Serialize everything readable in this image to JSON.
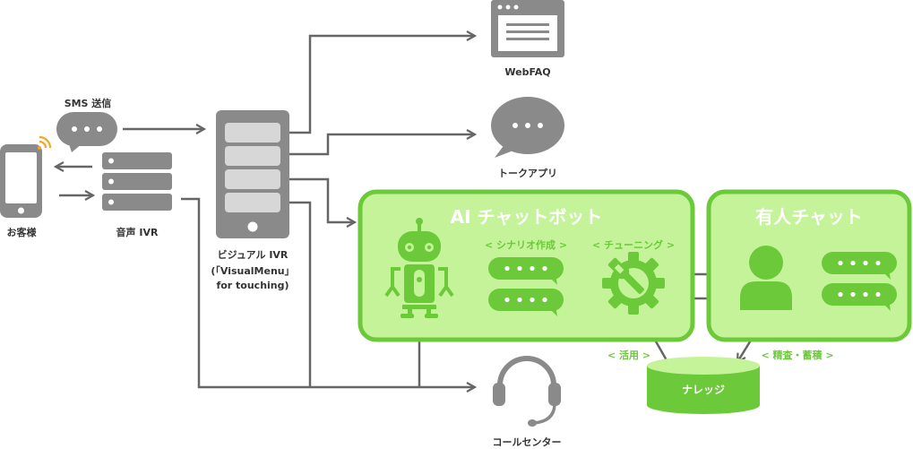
{
  "labels": {
    "webfaq": "WebFAQ",
    "talk_app": "トークアプリ",
    "sms": "SMS 送信",
    "customer": "お客様",
    "voice_ivr": "音声 IVR",
    "visual_ivr_line1": "ビジュアル IVR",
    "visual_ivr_line2": "(「VisualMenu」",
    "visual_ivr_line3": "for touching)",
    "ai_chatbot": "AI チャットボット",
    "human_chat": "有人チャット",
    "scenario": "< シナリオ作成 >",
    "tuning": "< チューニング >",
    "utilize": "< 活用 >",
    "refine": "< 精査・蓄積 >",
    "knowledge": "ナレッジ",
    "call_center": "コールセンター"
  },
  "colors": {
    "green": "#6cc93a",
    "green_light": "#c5f39a",
    "gray": "#666666",
    "gray_light": "#8a8a8a",
    "orange": "#f5a623"
  },
  "icons": [
    "smartphone-icon",
    "wifi-icon",
    "speech-bubble-icon",
    "server-icon",
    "mobile-menu-icon",
    "browser-icon",
    "robot-icon",
    "gear-wrench-icon",
    "person-icon",
    "headset-icon",
    "database-icon"
  ]
}
